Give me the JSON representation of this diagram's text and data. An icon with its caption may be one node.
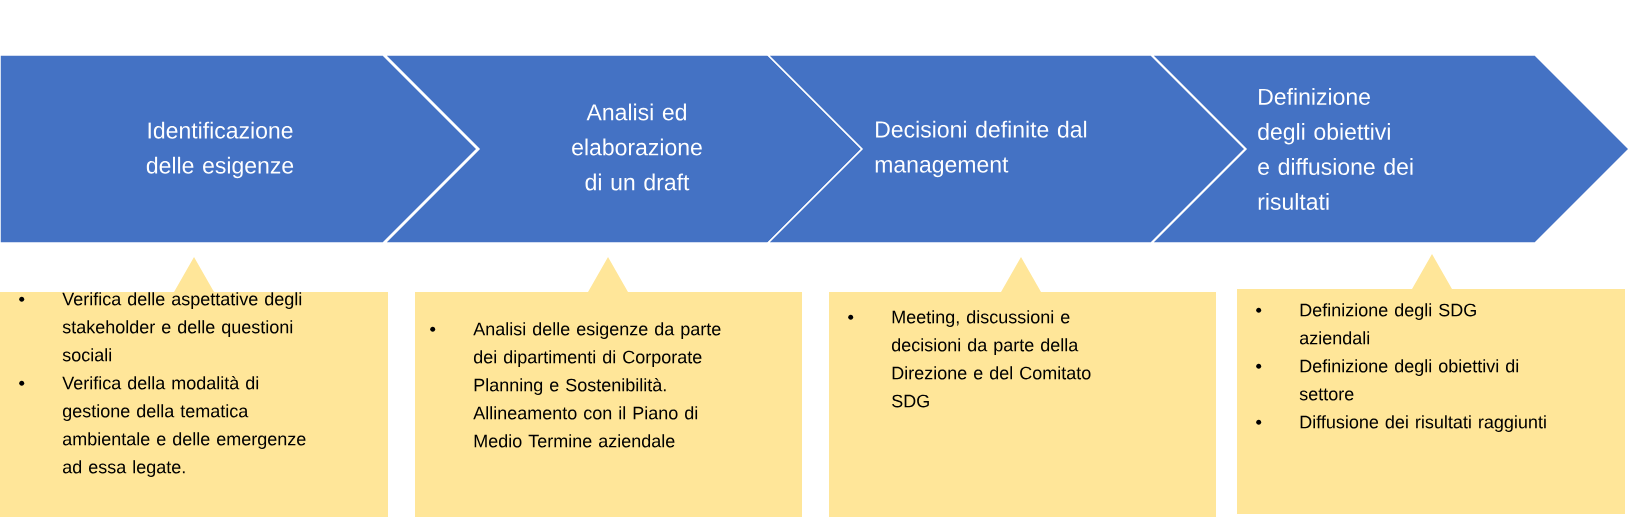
{
  "diagram": {
    "nodes": [
      {
        "text": [
          "Identificazione delle esigenze"
        ]
      },
      {
        "text": [
          "Analisi ed elaborazione di un draft"
        ]
      },
      {
        "text": [
          "Decisioni definite dal management"
        ]
      },
      {
        "text": [
          "Definizione degli obiettivi e diffusione dei risultati"
        ]
      },
      {
        "text": [
          "Verifica delle aspettative degli stakeholder e delle questioni sociali",
          "Verifica della modalità di gestione della tematica ambientale e delle emergenze ad essa legate."
        ]
      },
      {
        "text": [
          "Analisi delle esigenze da parte dei dipartimenti di Corporate Planning e Sostenibilità. Allineamento con il Piano di Medio Termine aziendale"
        ]
      },
      {
        "text": [
          "Meeting, discussioni e decisioni da parte della Direzione e del Comitato SDG"
        ]
      },
      {
        "text": [
          "Definizione degli SDG aziendali",
          "Definizione degli obiettivi di settore",
          "Diffusione dei risultati raggiunti"
        ]
      }
    ]
  }
}
